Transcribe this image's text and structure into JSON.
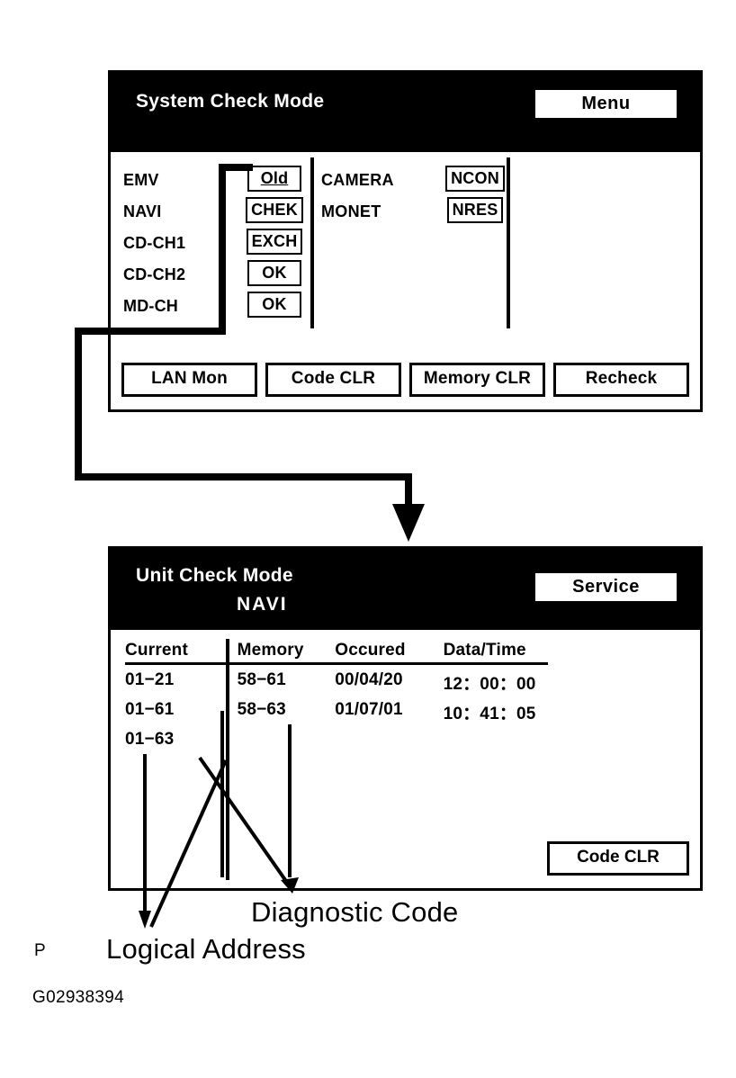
{
  "figure": {
    "id_label": "G02938394",
    "page_marker": "P"
  },
  "panel1": {
    "title": "System Check Mode",
    "menu_button": "Menu",
    "units": [
      "EMV",
      "NAVI",
      "CD-CH1",
      "CD-CH2",
      "MD-CH"
    ],
    "statuses": [
      "Old",
      "CHEK",
      "EXCH",
      "OK",
      "OK"
    ],
    "devices": [
      "CAMERA",
      "MONET"
    ],
    "network": [
      "NCON",
      "NRES"
    ],
    "buttons": [
      "LAN Mon",
      "Code CLR",
      "Memory CLR",
      "Recheck"
    ]
  },
  "panel2": {
    "title": "Unit Check Mode",
    "subtitle": "NAVI",
    "service_button": "Service",
    "columns": [
      "Current",
      "Memory",
      "Occured",
      "Data/Time"
    ],
    "rows": [
      {
        "current": "01−21",
        "memory": "58−61",
        "occured": "00/04/20",
        "datetime": "12：00：00"
      },
      {
        "current": "01−61",
        "memory": "58−63",
        "occured": "01/07/01",
        "datetime": "10：41：05"
      },
      {
        "current": "01−63",
        "memory": "",
        "occured": "",
        "datetime": ""
      }
    ],
    "code_clr_button": "Code CLR"
  },
  "callouts": {
    "logical_address": "Logical Address",
    "diagnostic_code": "Diagnostic Code"
  },
  "colors": {
    "ink": "#000000",
    "paper": "#ffffff"
  }
}
